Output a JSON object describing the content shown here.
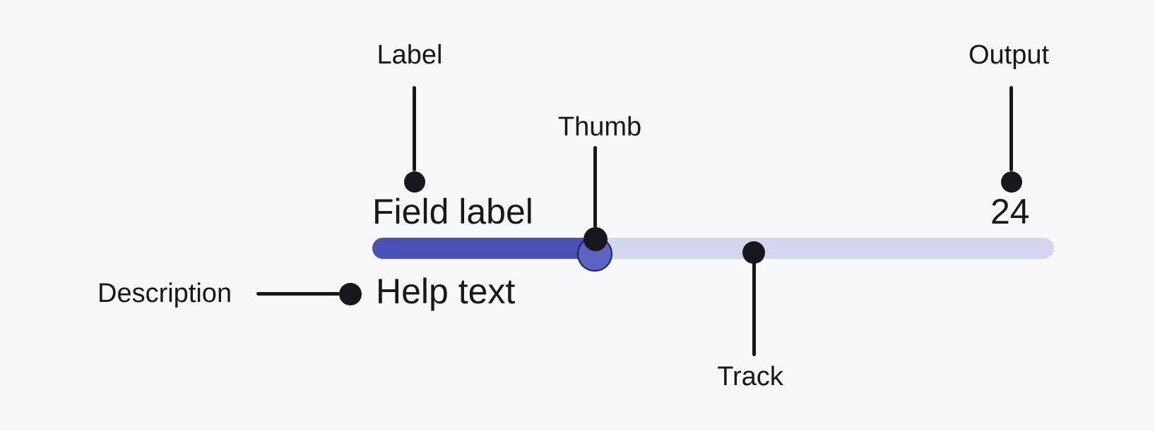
{
  "slider": {
    "label": "Field label",
    "help_text": "Help text",
    "output_value": "24",
    "fill_percent": 33
  },
  "annotations": {
    "label": "Label",
    "thumb": "Thumb",
    "output": "Output",
    "description": "Description",
    "track": "Track"
  },
  "colors": {
    "background": "#f7f8fa",
    "track_fill": "#4a51b5",
    "track_empty": "#d3d6ed",
    "thumb_fill": "#5b63c4",
    "thumb_border": "#20244d",
    "annotation": "#17181c"
  }
}
